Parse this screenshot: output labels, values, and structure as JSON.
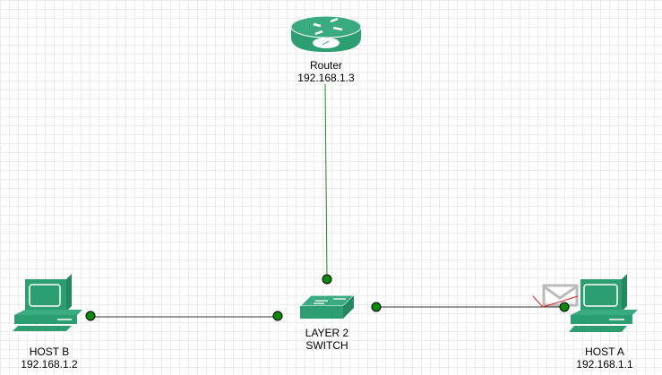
{
  "nodes": {
    "router": {
      "name": "Router",
      "ip": "192.168.1.3"
    },
    "switch": {
      "name_line1": "LAYER 2",
      "name_line2": "SWITCH"
    },
    "host_b": {
      "name": "HOST B",
      "ip": "192.168.1.2"
    },
    "host_a": {
      "name": "HOST A",
      "ip": "192.168.1.1"
    }
  },
  "colors": {
    "device": "#2d9e72",
    "link": "#1f8a1f",
    "port": "#0a8a0a",
    "packet_trace": "#e82020"
  }
}
